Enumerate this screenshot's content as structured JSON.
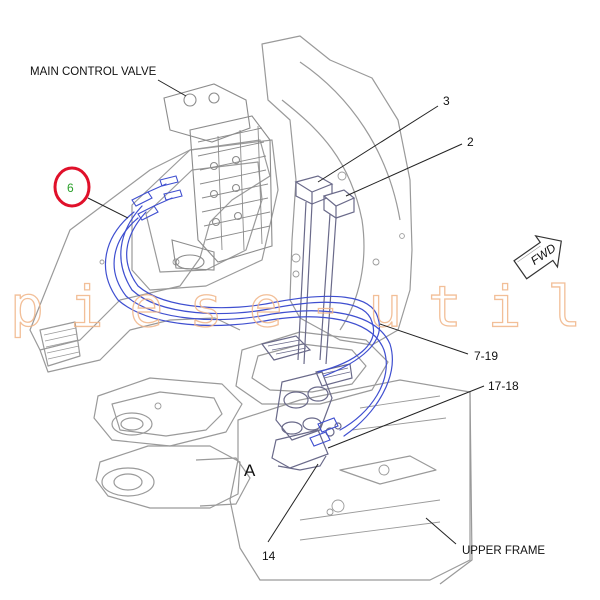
{
  "labels": {
    "main_control_valve": "MAIN CONTROL VALVE",
    "item_6": "6",
    "item_3": "3",
    "item_2": "2",
    "item_7_19": "7-19",
    "item_17_18": "17-18",
    "item_14": "14",
    "view_a": "A",
    "upper_frame": "UPPER FRAME",
    "fwd": "FWD"
  },
  "watermark": "piese-utilaj",
  "colors": {
    "line_art": "#9a9a9a",
    "hoses": "#3f4fd0",
    "callout_circle": "#e0102a",
    "item_6_text": "#2aa02a",
    "watermark": "#f0b487"
  },
  "icons": {
    "direction_arrow": "fwd-arrow-icon"
  }
}
